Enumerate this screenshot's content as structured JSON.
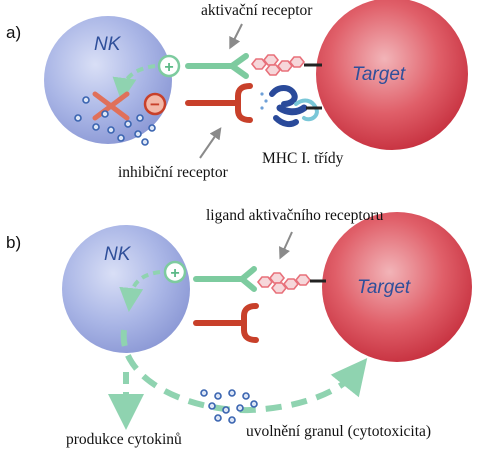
{
  "panels": {
    "a": {
      "label": "a)",
      "nk": "NK",
      "target": "Target",
      "activating_receptor": "aktivační receptor",
      "inhibitory_receptor": "inhibiční receptor",
      "mhc": "MHC I. třídy",
      "plus_sign": "+",
      "minus_sign": "−"
    },
    "b": {
      "label": "b)",
      "nk": "NK",
      "target": "Target",
      "ligand": "ligand aktivačního receptoru",
      "cytokines": "produkce cytokinů",
      "granules": "uvolnění granul (cytotoxicita)",
      "plus_sign": "+"
    }
  },
  "colors": {
    "nk_cell": "#aab6e6",
    "target_cell": "#d23a4a",
    "activating": "#7dcb9f",
    "inhibitory": "#c8402a",
    "ligand": "#e8707a",
    "mhc": "#2a4a9a",
    "granule": "#4a70b8",
    "arrow": "#8fd3b0"
  }
}
